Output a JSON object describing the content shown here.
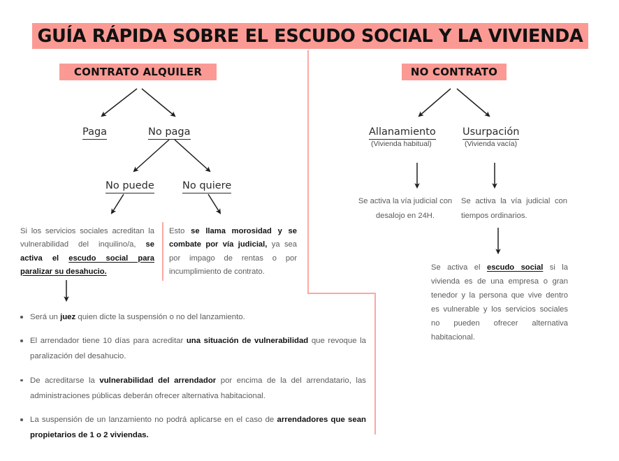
{
  "title": "GUÍA RÁPIDA SOBRE EL ESCUDO SOCIAL Y LA VIVIENDA",
  "colors": {
    "accent_pink": "#FB9A94",
    "rule_pink": "#FBA8A2",
    "text_grey": "#5b5b5b",
    "text_black": "#111111",
    "background": "#ffffff"
  },
  "left_branch": {
    "header": "CONTRATO ALQUILER",
    "nodes": {
      "paga": "Paga",
      "no_paga": "No paga",
      "no_puede": "No puede",
      "no_quiere": "No quiere"
    },
    "paragraphs": {
      "no_puede": {
        "plain_text": "Si los servicios sociales acreditan la vulnerabilidad del inquilino/a, se activa el escudo social para paralizar su desahucio.",
        "segments": [
          {
            "text": "Si los servicios sociales acreditan la vulnerabilidad del inquilino/a, ",
            "style": "normal"
          },
          {
            "text": "se activa el ",
            "style": "bold"
          },
          {
            "text": "escudo social para paralizar su desahucio.",
            "style": "bold-underline"
          }
        ]
      },
      "no_quiere": {
        "plain_text": "Esto se llama morosidad y se combate por vía judicial, ya sea por impago de rentas o por incumplimiento de contrato.",
        "segments": [
          {
            "text": "Esto ",
            "style": "normal"
          },
          {
            "text": "se llama morosidad y se combate por vía judicial,",
            "style": "bold"
          },
          {
            "text": " ya sea por impago de rentas o por incumplimiento de contrato.",
            "style": "normal"
          }
        ]
      }
    },
    "bullets": [
      {
        "plain_text": "Será un juez quien dicte la suspensión o no del lanzamiento.",
        "segments": [
          {
            "text": "Será un ",
            "style": "normal"
          },
          {
            "text": "juez",
            "style": "bold"
          },
          {
            "text": " quien dicte la suspensión o no del lanzamiento.",
            "style": "normal"
          }
        ]
      },
      {
        "plain_text": "El arrendador tiene 10 días para acreditar una situación de vulnerabilidad que revoque la paralización del desahucio.",
        "segments": [
          {
            "text": "El arrendador tiene 10 días para acreditar ",
            "style": "normal"
          },
          {
            "text": "una situación de vulnerabilidad",
            "style": "bold"
          },
          {
            "text": " que revoque la paralización del desahucio.",
            "style": "normal"
          }
        ]
      },
      {
        "plain_text": "De acreditarse la vulnerabilidad del arrendador por encima de la del arrendatario, las administraciones públicas deberán ofrecer alternativa habitacional.",
        "segments": [
          {
            "text": "De acreditarse la ",
            "style": "normal"
          },
          {
            "text": "vulnerabilidad del arrendador",
            "style": "bold"
          },
          {
            "text": " por encima de la del arrendatario, las administraciones públicas deberán ofrecer alternativa habitacional.",
            "style": "normal"
          }
        ]
      },
      {
        "plain_text": "La suspensión de un lanzamiento no podrá aplicarse en el caso de arrendadores que sean propietarios de 1 o 2 viviendas.",
        "segments": [
          {
            "text": "La suspensión de un lanzamiento no podrá aplicarse en el caso de ",
            "style": "normal"
          },
          {
            "text": "arrendadores que sean propietarios de 1 o 2 viviendas.",
            "style": "bold"
          }
        ]
      }
    ]
  },
  "right_branch": {
    "header": "NO CONTRATO",
    "nodes": {
      "allanamiento": "Allanamiento",
      "allanamiento_note": "(Vivienda habitual)",
      "usurpacion": "Usurpación",
      "usurpacion_note": "(Vivienda vacía)"
    },
    "paragraphs": {
      "allanamiento": {
        "plain_text": "Se activa la vía judicial con desalojo en 24H.",
        "segments": [
          {
            "text": "Se activa la vía judicial con desalojo en 24H.",
            "style": "normal"
          }
        ]
      },
      "usurpacion": {
        "plain_text": "Se activa la vía judicial con tiempos ordinarios.",
        "segments": [
          {
            "text": "Se activa la vía judicial con tiempos ordinarios.",
            "style": "normal"
          }
        ]
      },
      "escudo_social": {
        "plain_text": "Se activa el escudo social si la vivienda es de una empresa o gran tenedor y la persona que vive dentro es vulnerable y los servicios sociales no pueden ofrecer alternativa habitacional.",
        "segments": [
          {
            "text": "Se activa el ",
            "style": "normal"
          },
          {
            "text": "escudo social",
            "style": "bold-underline"
          },
          {
            "text": " si la vivienda es de una empresa o gran tenedor y la persona que vive dentro es vulnerable y los servicios sociales no pueden ofrecer alternativa habitacional.",
            "style": "normal"
          }
        ]
      }
    }
  },
  "connectors": [
    {
      "name": "arrow-contrato-to-paga",
      "type": "diagonal-arrow"
    },
    {
      "name": "arrow-contrato-to-nopaga",
      "type": "diagonal-arrow"
    },
    {
      "name": "arrow-nopaga-to-nopuede",
      "type": "diagonal-arrow"
    },
    {
      "name": "arrow-nopaga-to-noquiere",
      "type": "diagonal-arrow"
    },
    {
      "name": "arrow-nopuede-to-text",
      "type": "diagonal-arrow"
    },
    {
      "name": "arrow-noquiere-to-text",
      "type": "diagonal-arrow"
    },
    {
      "name": "arrow-nopuede-text-to-bullets",
      "type": "vertical-arrow"
    },
    {
      "name": "arrow-nocontrato-to-allanamiento",
      "type": "diagonal-arrow"
    },
    {
      "name": "arrow-nocontrato-to-usurpacion",
      "type": "diagonal-arrow"
    },
    {
      "name": "arrow-allanamiento-to-text",
      "type": "vertical-arrow"
    },
    {
      "name": "arrow-usurpacion-to-text",
      "type": "vertical-arrow"
    },
    {
      "name": "arrow-usurpacion-text-to-escudo",
      "type": "vertical-arrow"
    }
  ]
}
